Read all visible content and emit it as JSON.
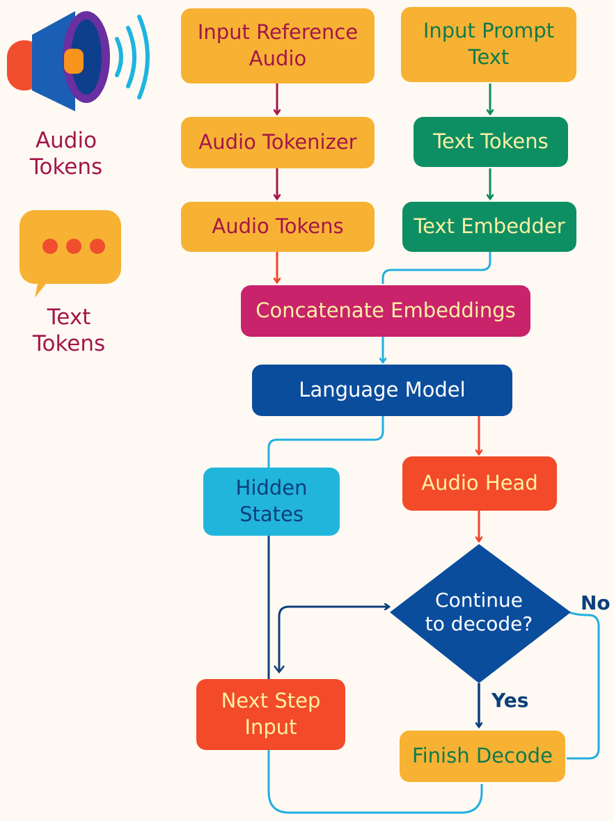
{
  "legend": {
    "audio_icon": "speaker-icon",
    "audio_label": "Audio\nTokens",
    "text_icon": "chat-bubble-icon",
    "text_label": "Text\nTokens"
  },
  "nodes": {
    "input_reference_audio": "Input Reference\nAudio",
    "input_prompt_text": "Input Prompt\nText",
    "audio_tokenizer": "Audio Tokenizer",
    "text_tokens": "Text Tokens",
    "audio_tokens": "Audio Tokens",
    "text_embedder": "Text Embedder",
    "concatenate_embeddings": "Concatenate Embeddings",
    "language_model": "Language Model",
    "hidden_states": "Hidden\nStates",
    "audio_head": "Audio Head",
    "decision": "Continue\nto decode?",
    "next_step_input": "Next Step\nInput",
    "finish_decode": "Finish Decode"
  },
  "edge_labels": {
    "no": "No",
    "yes": "Yes"
  },
  "colors": {
    "background": "#fefaf3",
    "orange": "#f7b234",
    "green": "#0d8f63",
    "magenta": "#c8236b",
    "navy": "#0b4d9d",
    "cyan": "#22b5dc",
    "red": "#f34a2a",
    "maroon_text": "#a4154a",
    "cream_text": "#fdf0a4"
  }
}
